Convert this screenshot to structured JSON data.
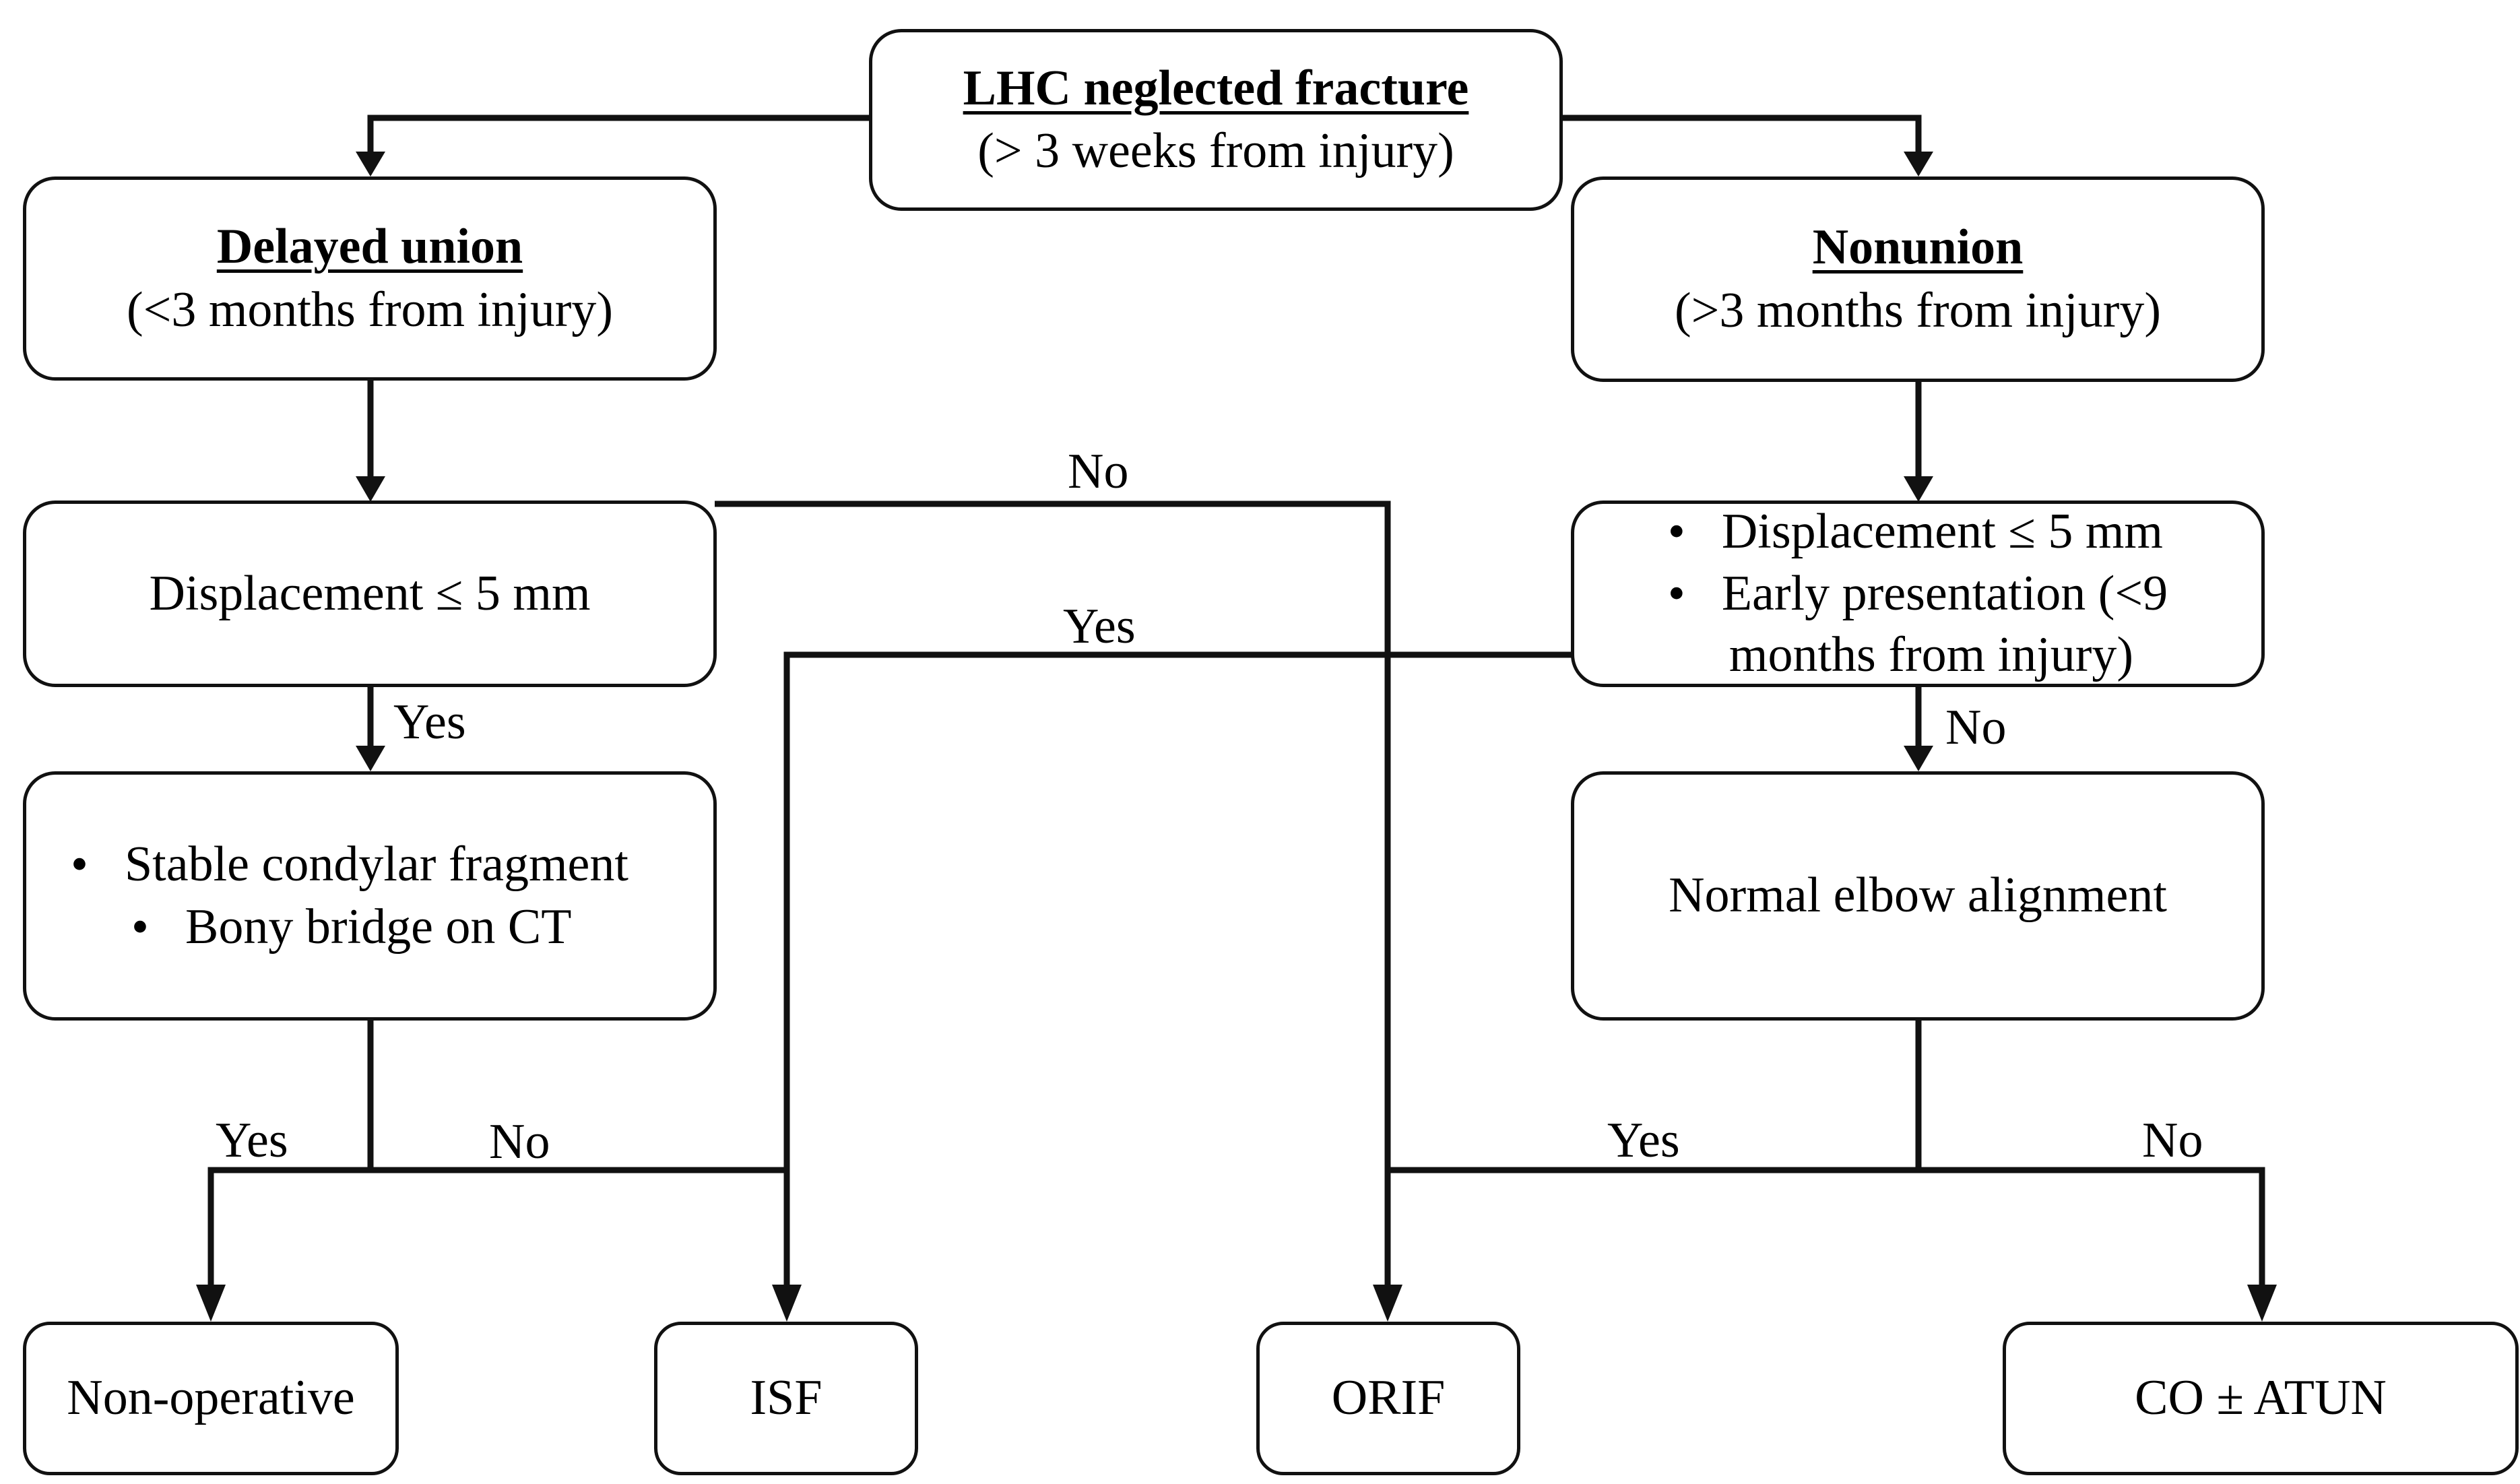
{
  "nodes": {
    "root": {
      "title": "LHC neglected fracture",
      "subtitle": "(> 3 weeks from injury)"
    },
    "delayed_union": {
      "title": "Delayed union",
      "subtitle": "(<3 months from injury)"
    },
    "nonunion": {
      "title": "Nonunion",
      "subtitle": "(>3 months from injury)"
    },
    "displacement_left": {
      "text": "Displacement ≤ 5 mm"
    },
    "displacement_right": {
      "items": [
        "Displacement ≤ 5 mm",
        "Early presentation (<9",
        "months from injury)"
      ]
    },
    "stable_fragment": {
      "items": [
        "Stable condylar fragment",
        "Bony bridge on CT"
      ]
    },
    "normal_alignment": {
      "text": "Normal elbow alignment"
    },
    "non_operative": {
      "text": "Non-operative"
    },
    "isf": {
      "text": "ISF"
    },
    "orif": {
      "text": "ORIF"
    },
    "co_atun": {
      "text": "CO ± ATUN"
    }
  },
  "edge_labels": {
    "left_displacement_no": "No",
    "right_displacement_yes": "Yes",
    "left_displacement_yes": "Yes",
    "right_displacement_no": "No",
    "stable_yes": "Yes",
    "stable_no": "No",
    "alignment_yes": "Yes",
    "alignment_no": "No"
  },
  "colors": {
    "stroke": "#111111",
    "background": "#ffffff",
    "text": "#000000"
  }
}
